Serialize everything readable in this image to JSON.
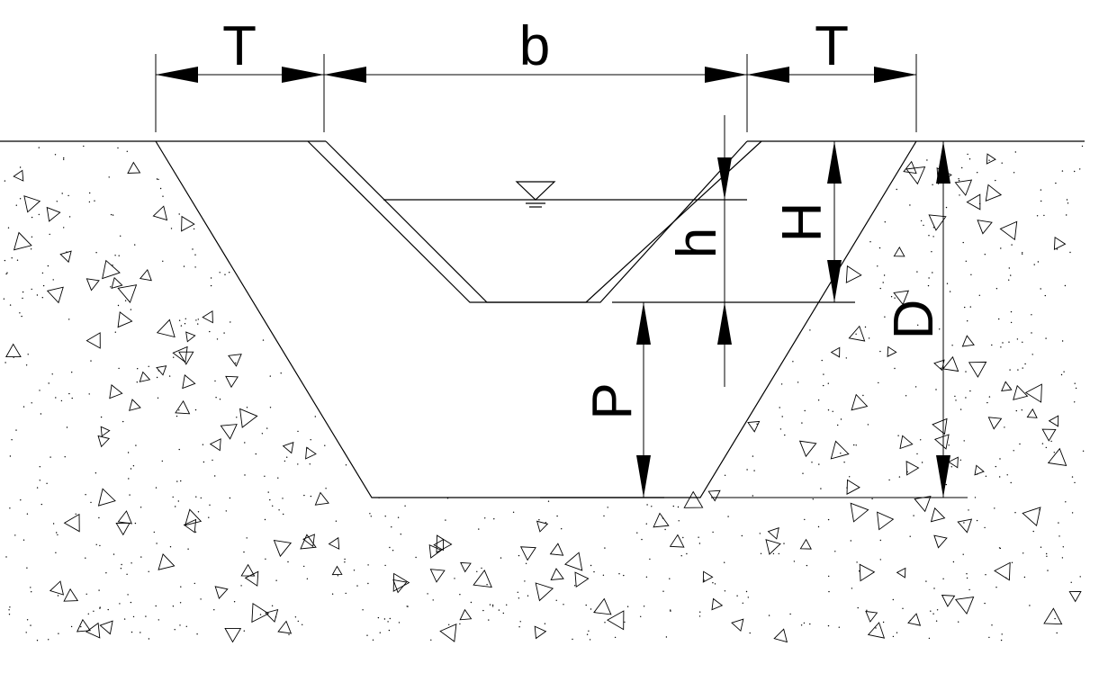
{
  "labels": {
    "top_width_left": "T",
    "bottom_width": "b",
    "top_width_right": "T",
    "channel_height": "H",
    "water_depth": "h",
    "depth_total": "D",
    "base_height": "P"
  },
  "colors": {
    "line": "#000000",
    "background": "#ffffff"
  },
  "icons": {
    "water_level": "water-level-symbol-icon"
  }
}
